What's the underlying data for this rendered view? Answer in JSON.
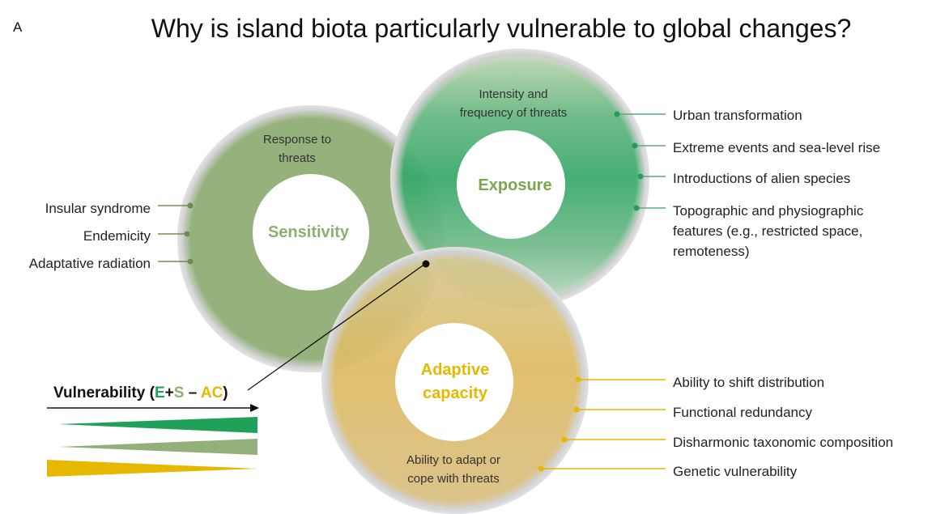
{
  "panel_label": "A",
  "title": "Why is island biota particularly vulnerable to global changes?",
  "colors": {
    "sensitivity": "#8fae72",
    "exposure": "#21a05a",
    "adaptive": "#e6b800",
    "adaptive_fill": "#d6b45a",
    "sensitivity_text": "#8fae72",
    "exposure_text": "#7aa84e",
    "adaptive_text": "#e6b800"
  },
  "sensitivity": {
    "label": "Sensitivity",
    "ring_text": [
      "Response to",
      "threats"
    ],
    "factors": [
      "Insular syndrome",
      "Endemicity",
      "Adaptative radiation"
    ]
  },
  "exposure": {
    "label": "Exposure",
    "ring_text": [
      "Intensity and",
      "frequency of threats"
    ],
    "factors": [
      [
        "Urban transformation"
      ],
      [
        "Extreme events and sea-level rise"
      ],
      [
        "Introductions of alien species"
      ],
      [
        "Topographic and physiographic",
        "features (e.g., restricted space,",
        "remoteness)"
      ]
    ]
  },
  "adaptive": {
    "label": [
      "Adaptive",
      "capacity"
    ],
    "ring_text": [
      "Ability to adapt or",
      "cope with threats"
    ],
    "factors": [
      "Ability to shift distribution",
      "Functional redundancy",
      "Disharmonic taxonomic composition",
      "Genetic vulnerability"
    ]
  },
  "vulnerability": {
    "prefix": "Vulnerability (",
    "e": "E",
    "plus": "+",
    "s": "S",
    "minus": " – ",
    "ac": "AC",
    "suffix": ")"
  }
}
